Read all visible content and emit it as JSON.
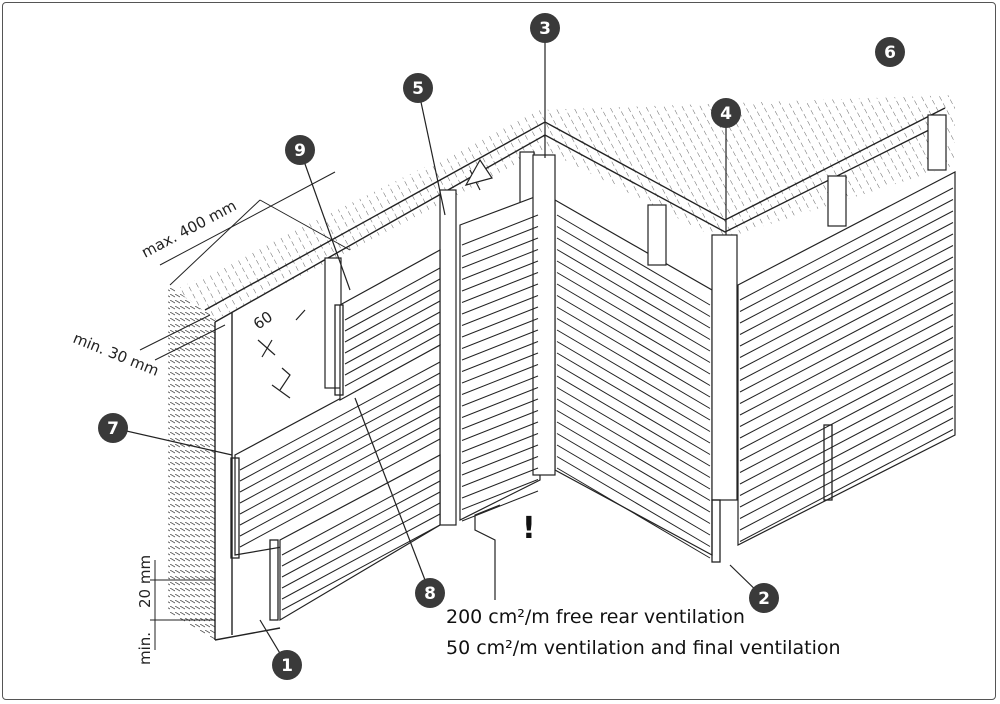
{
  "dimensions": {
    "max_spacing": "max. 400 mm",
    "min_gap": "min. 30 mm",
    "angle_mark": "60",
    "bottom_20": "20 mm",
    "bottom_min": "min."
  },
  "notes": {
    "line1": "200 cm²/m free rear ventilation",
    "line2": "50 cm²/m ventilation and final ventilation",
    "warning": "!"
  },
  "markers": [
    "1",
    "2",
    "3",
    "4",
    "5",
    "6",
    "7",
    "8",
    "9"
  ],
  "colors": {
    "marker_fill": "#3a3a3a",
    "line": "#222222",
    "frame": "#555555"
  }
}
